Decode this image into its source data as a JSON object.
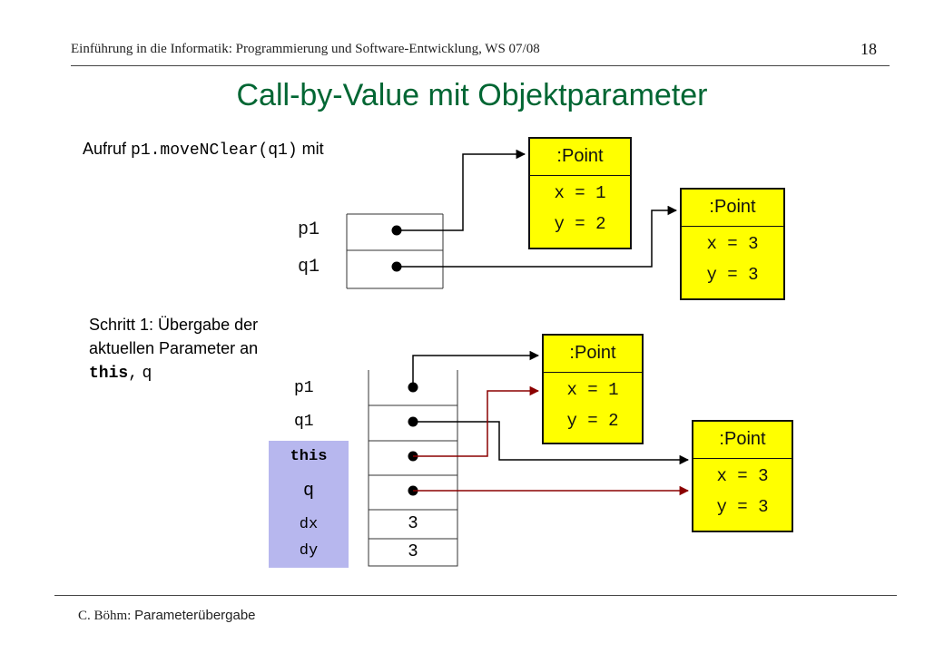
{
  "header": {
    "course": "Einführung in die Informatik: Programmierung und Software-Entwicklung, WS 07/08",
    "page_number": "18"
  },
  "title": "Call-by-Value mit Objektparameter",
  "call_line": {
    "prefix": "Aufruf ",
    "code": "p1.moveNClear(q1)",
    "suffix": " mit"
  },
  "top_diagram": {
    "vars": [
      "p1",
      "q1"
    ],
    "objects": [
      {
        "type": ":Point",
        "fields": [
          "x = 1",
          "y = 2"
        ]
      },
      {
        "type": ":Point",
        "fields": [
          "x = 3",
          "y = 3"
        ]
      }
    ]
  },
  "step1": {
    "line1": "Schritt 1: Übergabe der",
    "line2": "aktuellen Parameter an",
    "code_this": "this",
    "comma": ",",
    "code_q": "q"
  },
  "bottom_diagram": {
    "vars": [
      "p1",
      "q1"
    ],
    "params": [
      "this",
      "q",
      "dx",
      "dy"
    ],
    "values": [
      "3",
      "3"
    ],
    "objects": [
      {
        "type": ":Point",
        "fields": [
          "x = 1",
          "y = 2"
        ]
      },
      {
        "type": ":Point",
        "fields": [
          "x = 3",
          "y = 3"
        ]
      }
    ]
  },
  "footer": {
    "author": "C. Böhm: ",
    "topic": "Parameterübergabe"
  },
  "colors": {
    "title": "#006633",
    "object_box": "#ffff00",
    "parameter_band": "#b7b7ee",
    "new_reference": "#8b0000"
  }
}
